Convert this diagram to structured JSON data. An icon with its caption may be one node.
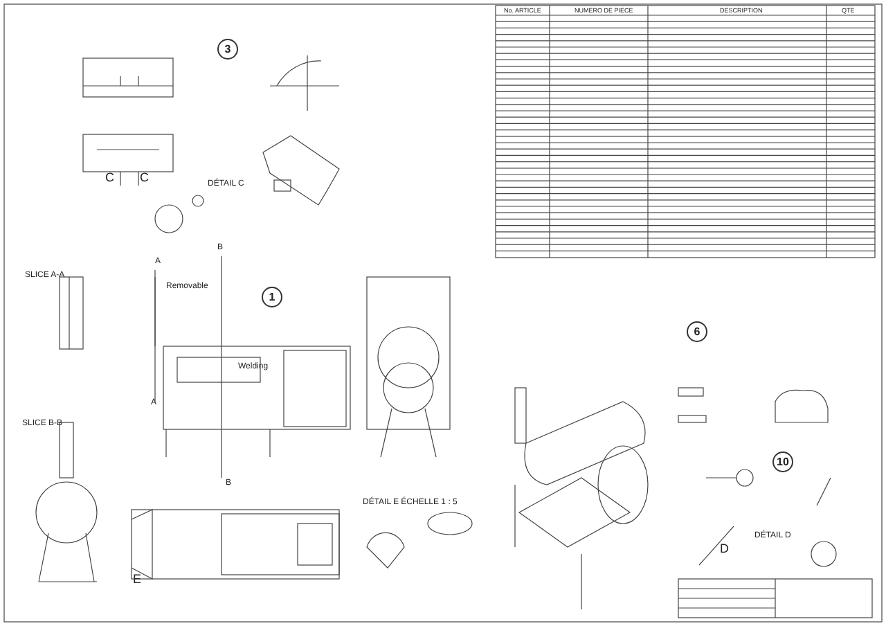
{
  "diagram": {
    "labels": [
      "No. ARTICLE",
      "NUMERO DE PIECE",
      "DESCRIPTION",
      "QTE",
      "3",
      "C",
      "C",
      "DÉTAIL C",
      "A",
      "B",
      "SLICE A-A",
      "Removable",
      "1",
      "6",
      "Welding",
      "A",
      "SLICE B-B",
      "10",
      "B",
      "DÉTAIL E ÉCHELLE 1 : 5",
      "DÉTAIL D",
      "D",
      "E"
    ]
  }
}
